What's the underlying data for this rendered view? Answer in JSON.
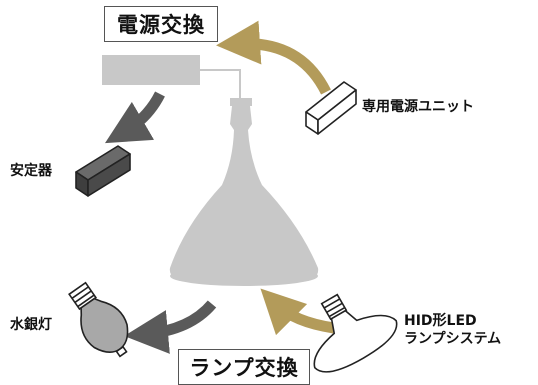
{
  "title_power": "電源交換",
  "title_lamp": "ランプ交換",
  "label_power_unit": "専用電源ユニット",
  "label_ballast": "安定器",
  "label_mercury_lamp": "水銀灯",
  "label_hid_led_line1": "HID形LED",
  "label_hid_led_line2": "ランプシステム",
  "colors": {
    "fixture_gray": "#c8c8c8",
    "arrow_gold": "#b39b5a",
    "arrow_dark": "#5a5a5a",
    "ballast_dark": "#4a4a4a"
  }
}
